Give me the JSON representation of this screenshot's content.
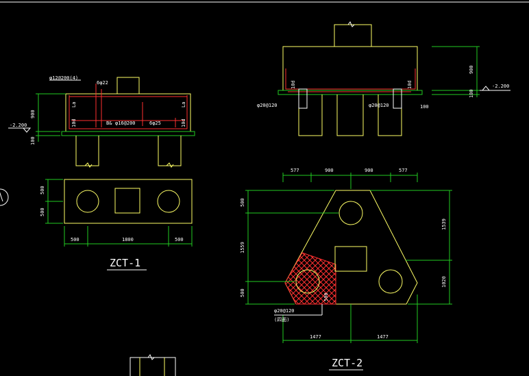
{
  "colors": {
    "background": "#000000",
    "outline": "#ffff66",
    "dimension": "#22cc22",
    "rebar": "#ff3030",
    "text": "#ffffff"
  },
  "zct1": {
    "title": "ZCT-1",
    "rebar_top_label": "φ12@200(4)",
    "rebar_column_label": "6φ22",
    "rebar_bottom_label": "φ16@200",
    "rebar_bottom_prefix": "B&",
    "rebar_right_label": "6φ25",
    "la_label": "La",
    "tod_label": "10d",
    "dim_height": "900",
    "dim_base": "100",
    "elevation": "-2.200",
    "plan_dims_x": [
      "500",
      "1800",
      "500"
    ],
    "plan_dims_y": [
      "500",
      "500"
    ]
  },
  "zct2": {
    "title": "ZCT-2",
    "rebar_left_label": "φ20@120",
    "rebar_mid_label": "φ20@120",
    "side_dim_right": "100",
    "tod_label": "10d",
    "dim_height": "900",
    "dim_base": "100",
    "elevation": "-2.200",
    "plan_dims_top": [
      "577",
      "900",
      "900",
      "577"
    ],
    "plan_dims_left": [
      "500",
      "1559",
      "500"
    ],
    "plan_dims_right": [
      "1539",
      "1020"
    ],
    "plan_dims_bottom": [
      "1477",
      "1477"
    ],
    "hatch_label": "φ20@120",
    "hatch_sublabel": "(四面)",
    "hatch_dim": "500"
  }
}
